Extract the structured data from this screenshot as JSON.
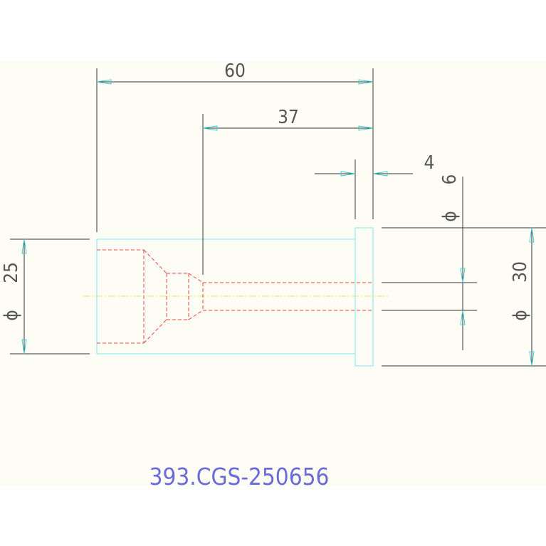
{
  "dimensions": {
    "overall_length": "60",
    "shank_length": "37",
    "head_thickness": "4",
    "small_bore_diameter": "6",
    "small_bore_symbol": "ϕ",
    "shank_diameter": "25",
    "shank_symbol": "ϕ",
    "head_diameter": "30",
    "head_symbol": "ϕ"
  },
  "part_number": "393.CGS-250656",
  "colors": {
    "background": "#fdfdf5",
    "outline": "#7fe8ee",
    "hidden": "#ee4444",
    "centerline": "#e8e860",
    "dimension": "#333333",
    "arrow": "#44cccc",
    "part_text": "#6a6ad8"
  }
}
